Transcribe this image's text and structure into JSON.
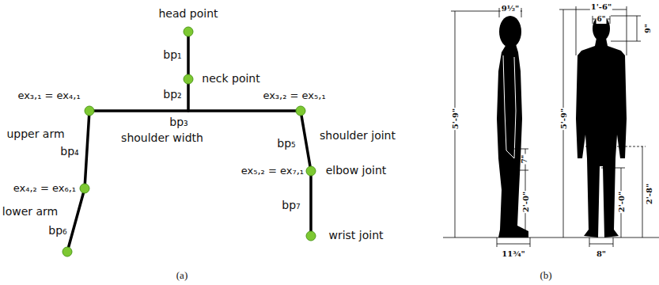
{
  "diagram": {
    "labels": [
      "head point",
      "bp₁",
      "neck point",
      "bp₂",
      "ex₃,₁ = ex₄,₁",
      "bp₃",
      "shoulder width",
      "ex₃,₂ = ex₅,₁",
      "upper arm",
      "bp₄",
      "shoulder joint",
      "bp₅",
      "ex₄,₂ = ex₆,₁",
      "ex₅,₂ = ex₇,₁",
      "elbow joint",
      "lower arm",
      "bp₆",
      "bp₇",
      "wrist joint",
      "(a)",
      "9½\"",
      "5'-9\"",
      "7\"",
      "2'-0\"",
      "11¾\"",
      "1'-6\"",
      "6\"",
      "9\"",
      "5'-9\"",
      "2'-0\"",
      "2'-8\"",
      "8\"",
      "(b)"
    ]
  }
}
